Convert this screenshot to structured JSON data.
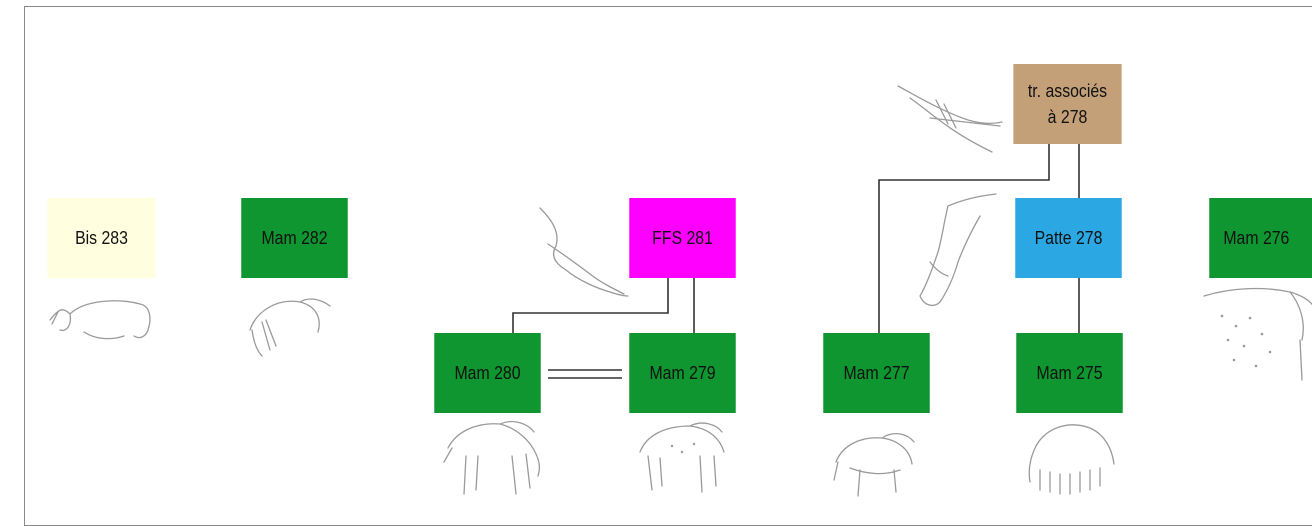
{
  "diagram": {
    "nodes": [
      {
        "id": "bis283",
        "label": "Bis 283",
        "color": "#ffffe0"
      },
      {
        "id": "mam282",
        "label": "Mam 282",
        "color": "#0f9630"
      },
      {
        "id": "ffs281",
        "label": "FFS 281",
        "color": "#ff00ff"
      },
      {
        "id": "mam280",
        "label": "Mam 280",
        "color": "#0f9630"
      },
      {
        "id": "mam279",
        "label": "Mam 279",
        "color": "#0f9630"
      },
      {
        "id": "mam277",
        "label": "Mam 277",
        "color": "#0f9630"
      },
      {
        "id": "tr278",
        "label_line1": "tr. associés",
        "label_line2": "à 278",
        "color": "#c4a078"
      },
      {
        "id": "patte278",
        "label": "Patte 278",
        "color": "#2ba8e4"
      },
      {
        "id": "mam275",
        "label": "Mam 275",
        "color": "#0f9630"
      },
      {
        "id": "mam276",
        "label": "Mam 276",
        "color": "#0f9630"
      }
    ],
    "edges": [
      {
        "from": "ffs281",
        "to": "mam280",
        "style": "single"
      },
      {
        "from": "ffs281",
        "to": "mam279",
        "style": "single"
      },
      {
        "from": "mam280",
        "to": "mam279",
        "style": "double"
      },
      {
        "from": "tr278",
        "to": "mam277",
        "style": "single"
      },
      {
        "from": "tr278",
        "to": "patte278",
        "style": "single"
      },
      {
        "from": "patte278",
        "to": "mam275",
        "style": "single"
      }
    ],
    "sketches": [
      {
        "near": "bis283",
        "subject": "bison"
      },
      {
        "near": "mam282",
        "subject": "mammoth"
      },
      {
        "near": "ffs281",
        "subject": "line-traces"
      },
      {
        "near": "mam280",
        "subject": "mammoth"
      },
      {
        "near": "mam279",
        "subject": "mammoth"
      },
      {
        "near": "tr278",
        "subject": "line-traces"
      },
      {
        "near": "patte278",
        "subject": "paw"
      },
      {
        "near": "mam277",
        "subject": "mammoth"
      },
      {
        "near": "mam275",
        "subject": "mammoth-head"
      },
      {
        "near": "mam276",
        "subject": "mammoth"
      }
    ]
  }
}
